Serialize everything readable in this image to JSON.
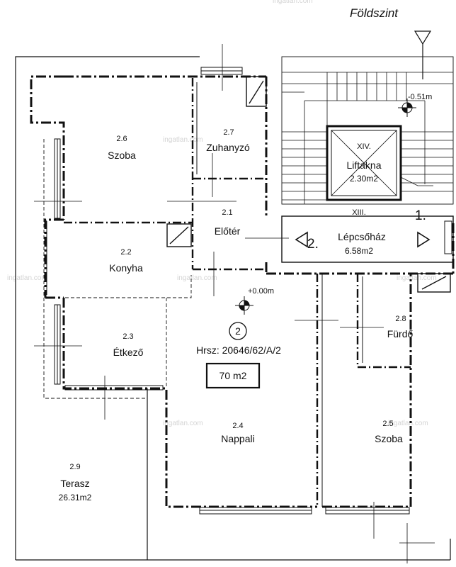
{
  "header": {
    "floor": "Földszint"
  },
  "rooms": [
    {
      "id": "2.6",
      "name": "Szoba"
    },
    {
      "id": "2.7",
      "name": "Zuhanyzó"
    },
    {
      "id": "2.1",
      "name": "Előtér"
    },
    {
      "id": "2.2",
      "name": "Konyha"
    },
    {
      "id": "2.3",
      "name": "Étkező"
    },
    {
      "id": "2.4",
      "name": "Nappali"
    },
    {
      "id": "2.8",
      "name": "Fürdő"
    },
    {
      "id": "2.5",
      "name": "Szoba"
    },
    {
      "id": "2.9",
      "name": "Terasz",
      "area": "26.31m2"
    }
  ],
  "stair": {
    "num": "XIII.",
    "name": "Lépcsőház",
    "area": "6.58m2"
  },
  "lift": {
    "num": "XIV.",
    "name": "Liftakna",
    "area": "2.30m2"
  },
  "levels": {
    "stair_level": "-0.51m",
    "floor_level": "+0.00m"
  },
  "arrows": {
    "left_label": "2.",
    "right_label": "1."
  },
  "unit": {
    "marker": "2",
    "hrsz": "Hrsz: 20646/62/A/2",
    "area": "70 m2"
  },
  "watermark": "ingatlan.com"
}
